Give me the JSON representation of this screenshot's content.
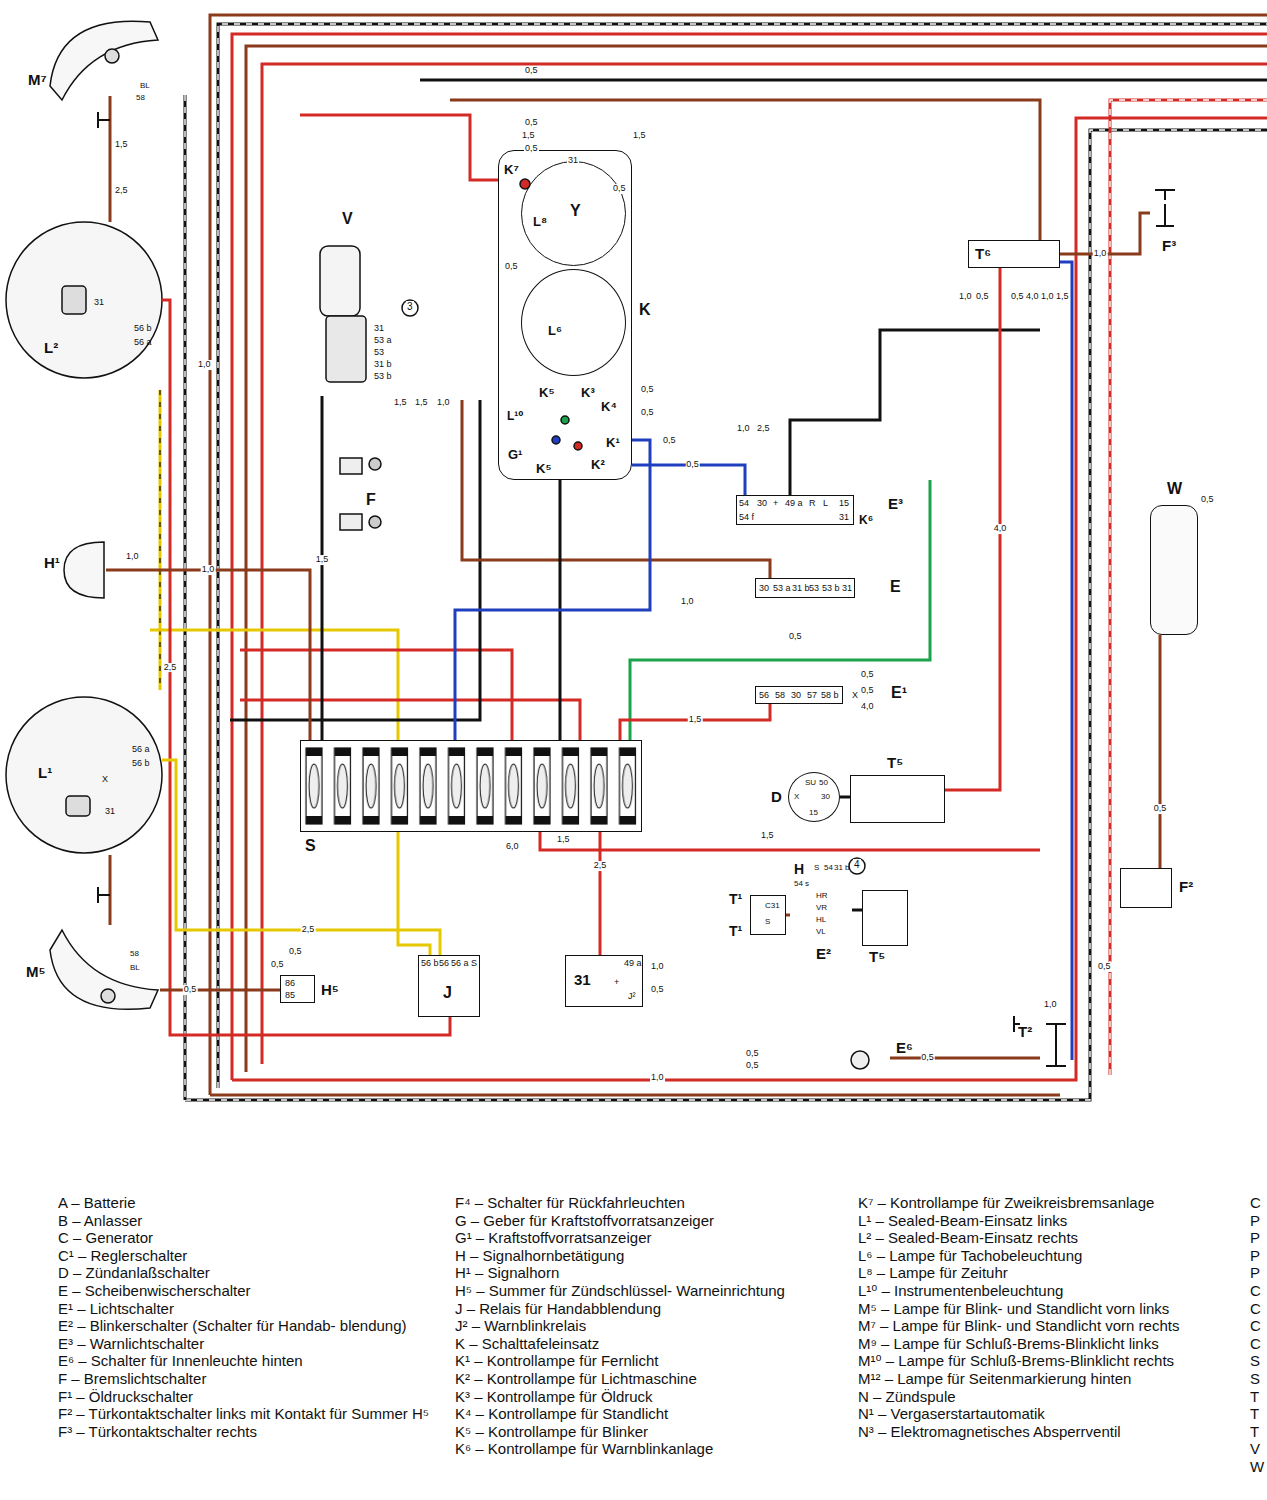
{
  "diagram": {
    "nodes": [
      {
        "text": [
          "K"
        ]
      },
      {
        "text": [
          "Y"
        ],
        "in": 0
      },
      {
        "text": [
          "L⁶"
        ],
        "in": 0
      },
      {
        "text": [
          "V",
          "31",
          "53 a",
          "53",
          "31 b",
          "53 b"
        ]
      },
      {
        "text": [
          "F"
        ]
      },
      {
        "text": [
          "30",
          "53 a",
          "31 b",
          "53",
          "53 b",
          "31",
          "E"
        ]
      },
      {
        "text": [
          "54",
          "30",
          "+",
          "49 a",
          "R",
          "L",
          "15",
          "54 f",
          "31",
          "K⁶",
          "E³"
        ]
      },
      {
        "text": [
          "56",
          "58",
          "30",
          "57",
          "58 b",
          "X",
          "E¹"
        ]
      },
      {
        "text": [
          "S"
        ]
      },
      {
        "text": [
          "SU",
          "50",
          "X",
          "30",
          "15",
          "D"
        ]
      },
      {
        "text": [
          "T⁵"
        ]
      },
      {
        "text": [
          "H",
          "S",
          "54",
          "31 b",
          "54 s",
          "HR",
          "VR",
          "HL",
          "VL",
          "E²"
        ]
      },
      {
        "text": [
          "T⁵"
        ]
      },
      {
        "text": [
          "T¹",
          "T¹",
          "C31",
          "S"
        ]
      },
      {
        "text": [
          "56 b",
          "56",
          "56 a",
          "S",
          "J"
        ]
      },
      {
        "text": [
          "31",
          "49 a",
          "+",
          "J²"
        ]
      },
      {
        "text": [
          "86",
          "85",
          "H⁵"
        ]
      },
      {
        "text": [
          "E⁶"
        ]
      },
      {
        "text": [
          "T⁶"
        ]
      },
      {
        "text": [
          "W"
        ]
      },
      {
        "text": [
          "F²"
        ]
      },
      {
        "text": [
          "F³"
        ]
      },
      {
        "text": [
          "L²",
          "56 b",
          "56 a",
          "31"
        ]
      },
      {
        "text": [
          "L¹",
          "56 a",
          "56 b",
          "31",
          "X"
        ]
      },
      {
        "text": [
          "M⁷",
          "BL",
          "58"
        ]
      },
      {
        "text": [
          "M⁵",
          "58",
          "BL"
        ]
      },
      {
        "text": [
          "H¹"
        ]
      },
      {
        "text": [
          "T²"
        ]
      }
    ],
    "edges": [
      {
        "from": 22,
        "to": 14,
        "label": "2,5",
        "arrow": "none"
      },
      {
        "from": 23,
        "to": 14,
        "label": "2,5",
        "arrow": "none"
      },
      {
        "from": 3,
        "to": 8,
        "label": "1,5",
        "arrow": "none"
      },
      {
        "from": 6,
        "to": 0,
        "label": "0,5",
        "arrow": "none"
      },
      {
        "from": 7,
        "to": 8,
        "label": "1,5",
        "arrow": "none"
      },
      {
        "from": 9,
        "to": 10,
        "arrow": "none"
      },
      {
        "from": 11,
        "to": 12,
        "arrow": "none"
      },
      {
        "from": 13,
        "to": 11,
        "arrow": "none"
      },
      {
        "from": 15,
        "to": 8,
        "label": "2,5",
        "arrow": "none"
      },
      {
        "from": 19,
        "to": 20,
        "label": "0,5",
        "arrow": "none"
      },
      {
        "from": 21,
        "to": 18,
        "label": "1,0",
        "arrow": "none"
      },
      {
        "from": 10,
        "to": 18,
        "label": "4,0",
        "arrow": "none"
      },
      {
        "from": 26,
        "to": 8,
        "label": "1,0",
        "arrow": "none"
      },
      {
        "from": 17,
        "to": 27,
        "label": "0,5",
        "arrow": "none"
      },
      {
        "from": 25,
        "to": 16,
        "label": "0,5",
        "arrow": "none"
      }
    ],
    "labels": [
      "K⁷",
      "31",
      "L⁸",
      "K⁵",
      "K³",
      "K⁴",
      "L¹⁰",
      "K¹",
      "G¹",
      "K⁵",
      "K²",
      "0,5",
      "0,5",
      "1,5",
      "1,5",
      "0,5",
      "0,5",
      "0,5",
      "0,5",
      "0,5",
      "0,5",
      "1,5",
      "2,5",
      "1,0",
      "1,5",
      "1,5",
      "1,0",
      "1,0",
      "2,5",
      "1,0",
      "0,5",
      "0,5",
      "0,5",
      "4,0",
      "6,0",
      "1,5",
      "1,5",
      "1,0",
      "0,5",
      "0,5",
      "0,5",
      "1,0",
      "0,5",
      "0,5",
      "1,0",
      "1,0",
      "0,5",
      "0,5",
      "4,0",
      "1,0",
      "1,5",
      "3",
      "4",
      "1,0",
      "0,5",
      "0,5",
      "A – Batterie",
      "B – Anlasser",
      "C – Generator",
      "C¹ – Reglerschalter",
      "D – Zündanlaßschalter",
      "E – Scheibenwischerschalter",
      "E¹ – Lichtschalter",
      "E² – Blinkerschalter (Schalter für Handab- blendung)",
      "E³ – Warnlichtschalter",
      "E⁶ – Schalter für Innenleuchte hinten",
      "F – Bremslichtschalter",
      "F¹ – Öldruckschalter",
      "F² – Türkontaktschalter links mit Kontakt für Summer H⁵",
      "F³ – Türkontaktschalter rechts",
      "F⁴ – Schalter für Rückfahrleuchten",
      "G – Geber für Kraftstoffvorratsanzeiger",
      "G¹ – Kraftstoffvorratsanzeiger",
      "H – Signalhornbetätigung",
      "H¹ – Signalhorn",
      "H⁵ – Summer für Zündschlüssel- Warneinrichtung",
      "J – Relais für Handabblendung",
      "J² – Warnblinkrelais",
      "K – Schalttafeleinsatz",
      "K¹ – Kontrollampe für Fernlicht",
      "K² – Kontrollampe für Lichtmaschine",
      "K³ – Kontrollampe für Öldruck",
      "K⁴ – Kontrollampe für Standlicht",
      "K⁵ – Kontrollampe für Blinker",
      "K⁶ – Kontrollampe für Warnblinkanlage",
      "K⁷ – Kontrollampe für Zweikreisbremsanlage",
      "L¹ – Sealed-Beam-Einsatz links",
      "L² – Sealed-Beam-Einsatz rechts",
      "L⁶ – Lampe für Tachobeleuchtung",
      "L⁸ – Lampe für Zeituhr",
      "L¹⁰ – Instrumentenbeleuchtung",
      "M⁵ – Lampe für Blink- und Standlicht vorn links",
      "M⁷ – Lampe für Blink- und Standlicht vorn rechts",
      "M⁹ – Lampe für Schluß-Brems-Blinklicht links",
      "M¹⁰ – Lampe für Schluß-Brems-Blinklicht rechts",
      "M¹² – Lampe für Seitenmarkierung hinten",
      "N – Zündspule",
      "N¹ – Vergaserstartautomatik",
      "N³ – Elektromagnetisches Absperrventil",
      "C",
      "P",
      "P",
      "P",
      "P",
      "C",
      "C",
      "C",
      "C",
      "S",
      "S",
      "T",
      "T",
      "T",
      "V",
      "W"
    ]
  }
}
